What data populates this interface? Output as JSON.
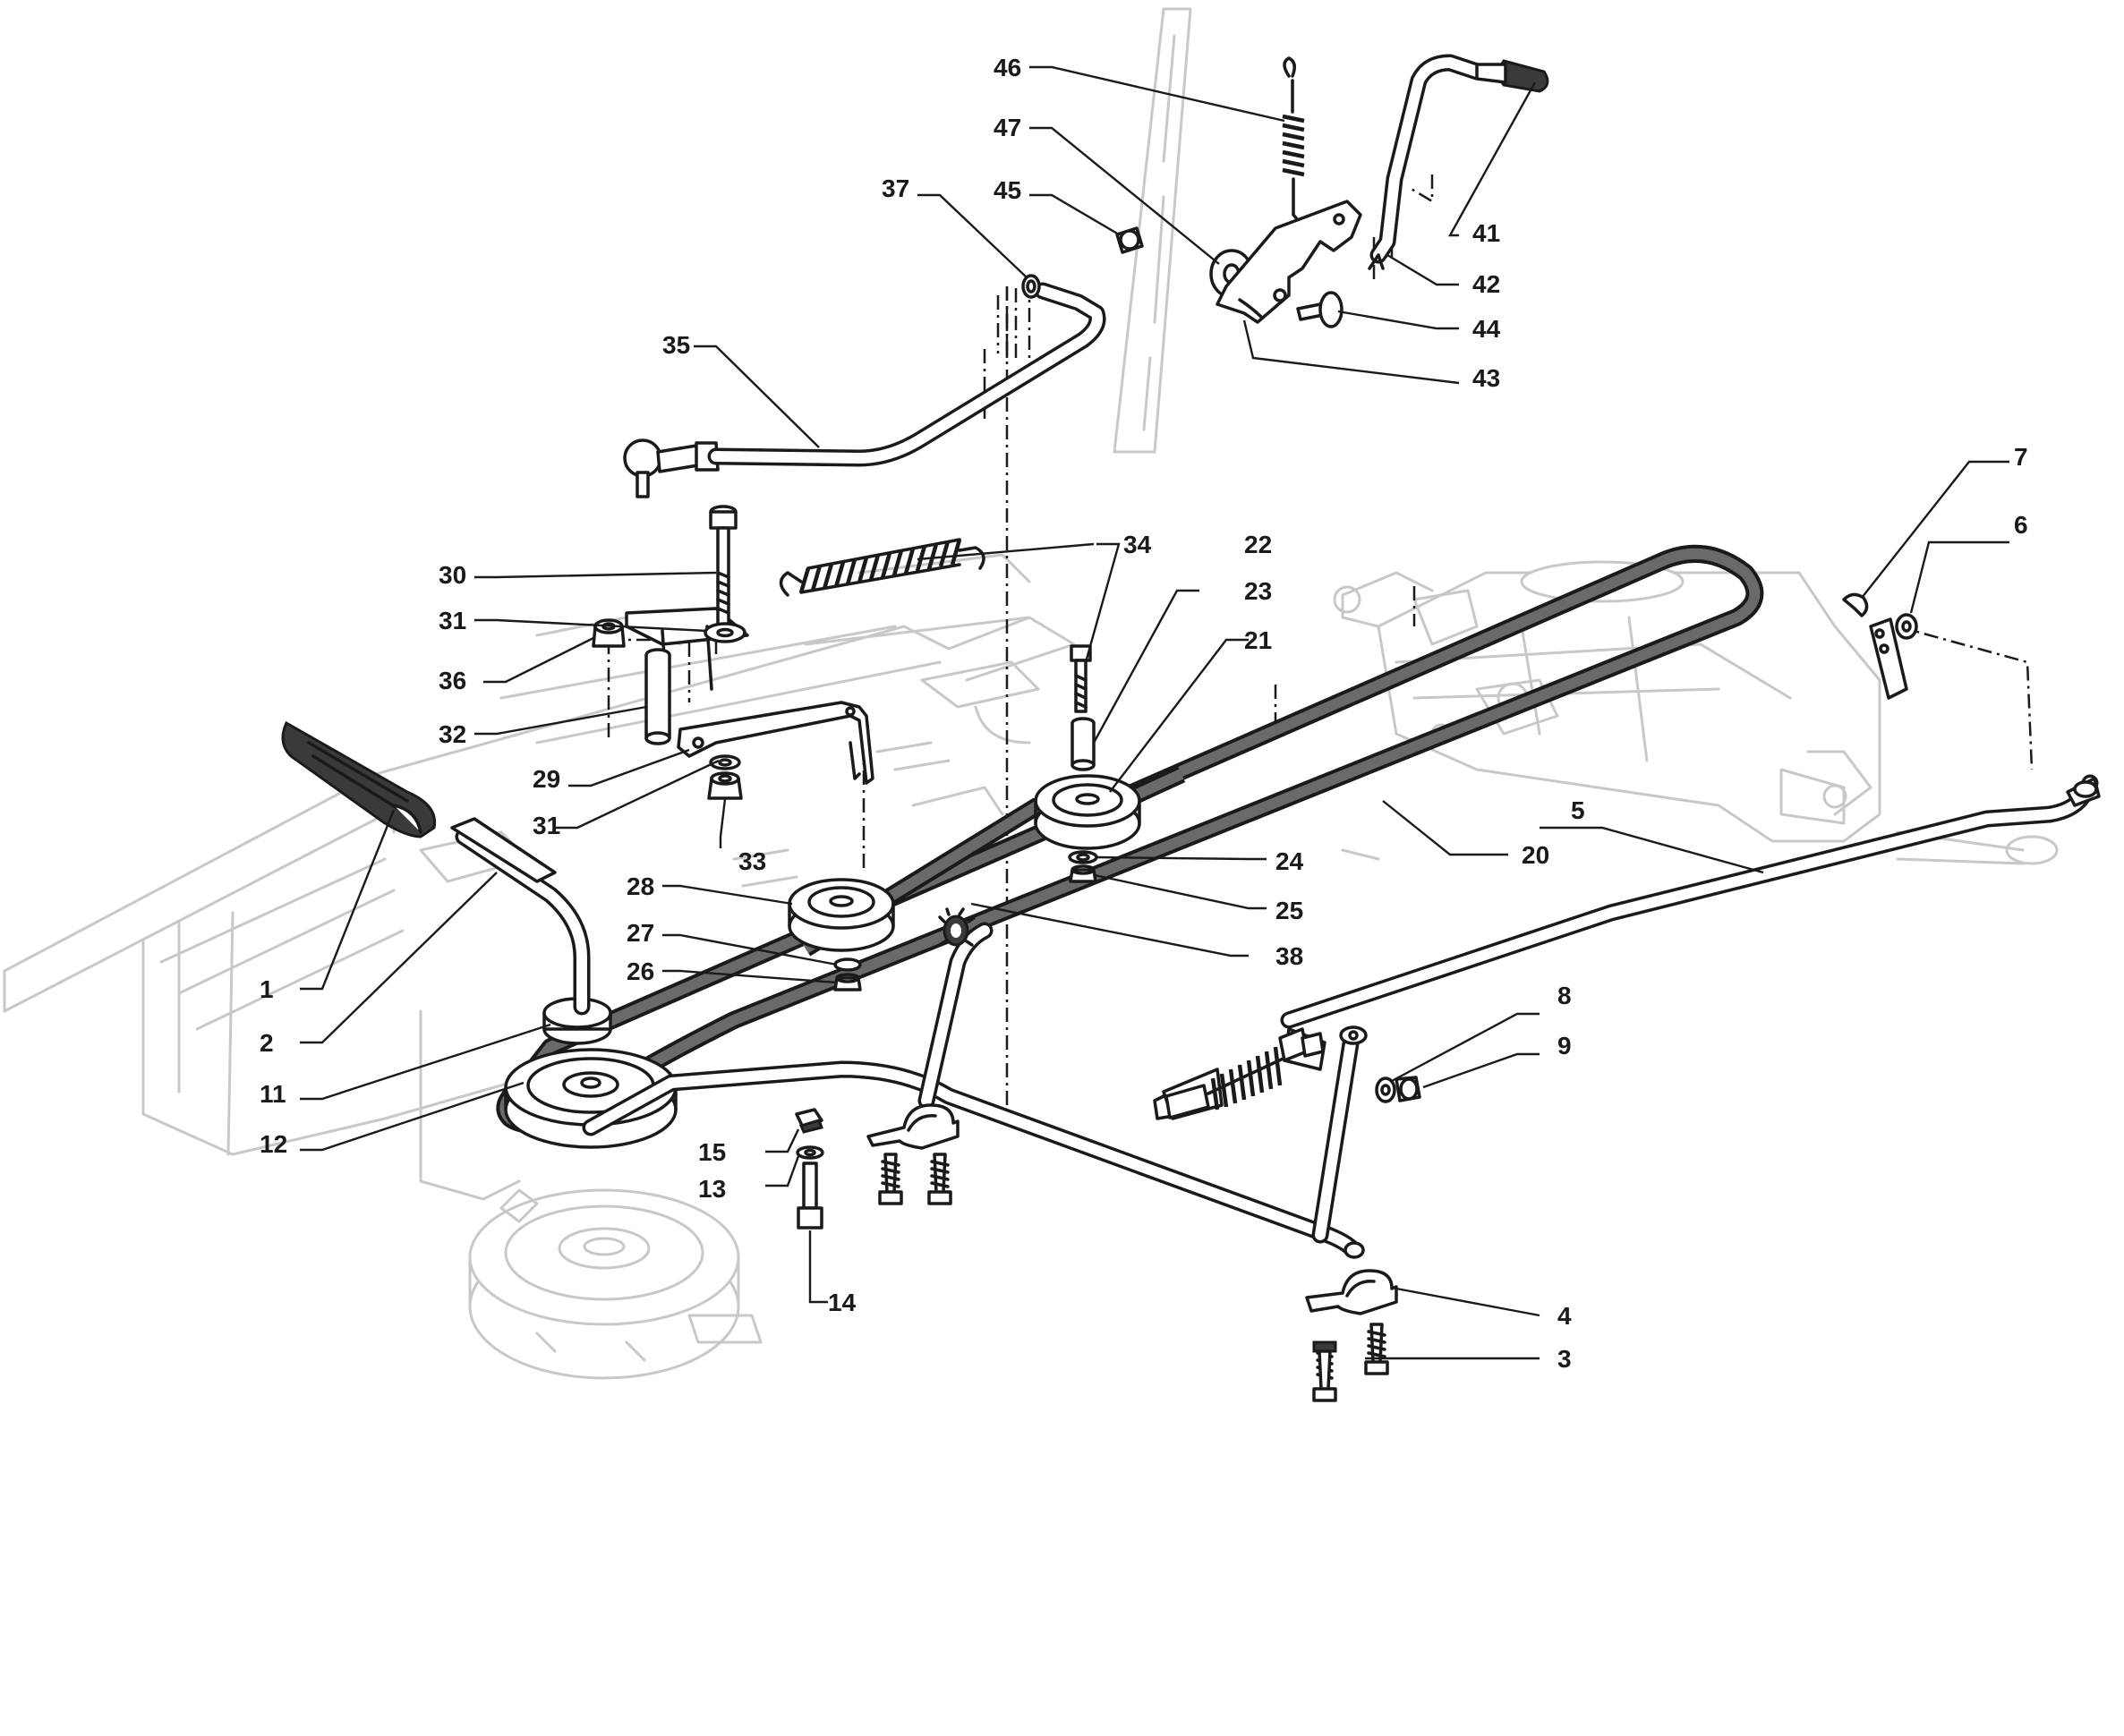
{
  "diagram": {
    "callouts": [
      {
        "id": "p1",
        "label": "1"
      },
      {
        "id": "p2",
        "label": "2"
      },
      {
        "id": "p3",
        "label": "3"
      },
      {
        "id": "p4",
        "label": "4"
      },
      {
        "id": "p5",
        "label": "5"
      },
      {
        "id": "p6",
        "label": "6"
      },
      {
        "id": "p7",
        "label": "7"
      },
      {
        "id": "p8",
        "label": "8"
      },
      {
        "id": "p9",
        "label": "9"
      },
      {
        "id": "p11",
        "label": "11"
      },
      {
        "id": "p12",
        "label": "12"
      },
      {
        "id": "p13",
        "label": "13"
      },
      {
        "id": "p14",
        "label": "14"
      },
      {
        "id": "p15",
        "label": "15"
      },
      {
        "id": "p20",
        "label": "20"
      },
      {
        "id": "p21",
        "label": "21"
      },
      {
        "id": "p22",
        "label": "22"
      },
      {
        "id": "p23",
        "label": "23"
      },
      {
        "id": "p24",
        "label": "24"
      },
      {
        "id": "p25",
        "label": "25"
      },
      {
        "id": "p26",
        "label": "26"
      },
      {
        "id": "p27",
        "label": "27"
      },
      {
        "id": "p28",
        "label": "28"
      },
      {
        "id": "p29",
        "label": "29"
      },
      {
        "id": "p30",
        "label": "30"
      },
      {
        "id": "p31a",
        "label": "31"
      },
      {
        "id": "p31b",
        "label": "31"
      },
      {
        "id": "p32",
        "label": "32"
      },
      {
        "id": "p33",
        "label": "33"
      },
      {
        "id": "p34",
        "label": "34"
      },
      {
        "id": "p35",
        "label": "35"
      },
      {
        "id": "p36",
        "label": "36"
      },
      {
        "id": "p37",
        "label": "37"
      },
      {
        "id": "p38",
        "label": "38"
      },
      {
        "id": "p41",
        "label": "41"
      },
      {
        "id": "p42",
        "label": "42"
      },
      {
        "id": "p43",
        "label": "43"
      },
      {
        "id": "p44",
        "label": "44"
      },
      {
        "id": "p45",
        "label": "45"
      },
      {
        "id": "p46",
        "label": "46"
      },
      {
        "id": "p47",
        "label": "47"
      }
    ]
  }
}
